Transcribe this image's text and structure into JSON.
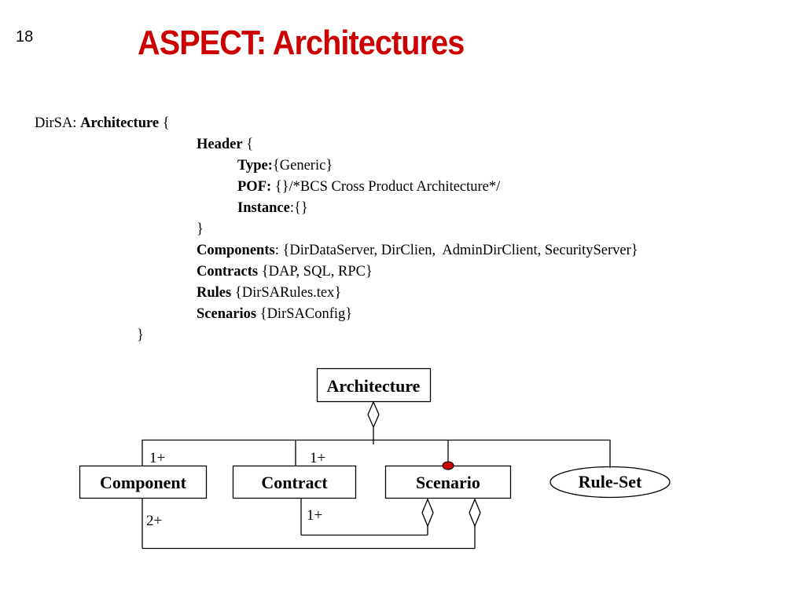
{
  "slide": {
    "number": "18",
    "title": "ASPECT: Architectures"
  },
  "code": {
    "prefix": "DirSA: ",
    "architecture_kw": "Architecture",
    "open_brace": " {",
    "header_kw": "Header",
    "header_open": " {",
    "type_kw": "Type:",
    "type_val": "{Generic}",
    "pof_kw": "POF:",
    "pof_val": " {}/*BCS Cross Product Architecture*/",
    "instance_kw": "Instance",
    "instance_val": ":{}",
    "header_close": "}",
    "components_kw": "Components",
    "components_val": ": {DirDataServer, DirClien,  AdminDirClient, SecurityServer}",
    "contracts_kw": "Contracts",
    "contracts_val": " {DAP, SQL, RPC}",
    "rules_kw": "Rules",
    "rules_val": " {DirSARules.tex}",
    "scenarios_kw": "Scenarios",
    "scenarios_val": " {DirSAConfig}",
    "close_brace": "}"
  },
  "diagram": {
    "architecture": "Architecture",
    "component": "Component",
    "contract": "Contract",
    "scenario": "Scenario",
    "rule_set": "Rule-Set",
    "mult_component": "1+",
    "mult_contract": "1+",
    "mult_component_below": "2+",
    "mult_contract_below": "1+",
    "dot_color": "#cc0000"
  }
}
